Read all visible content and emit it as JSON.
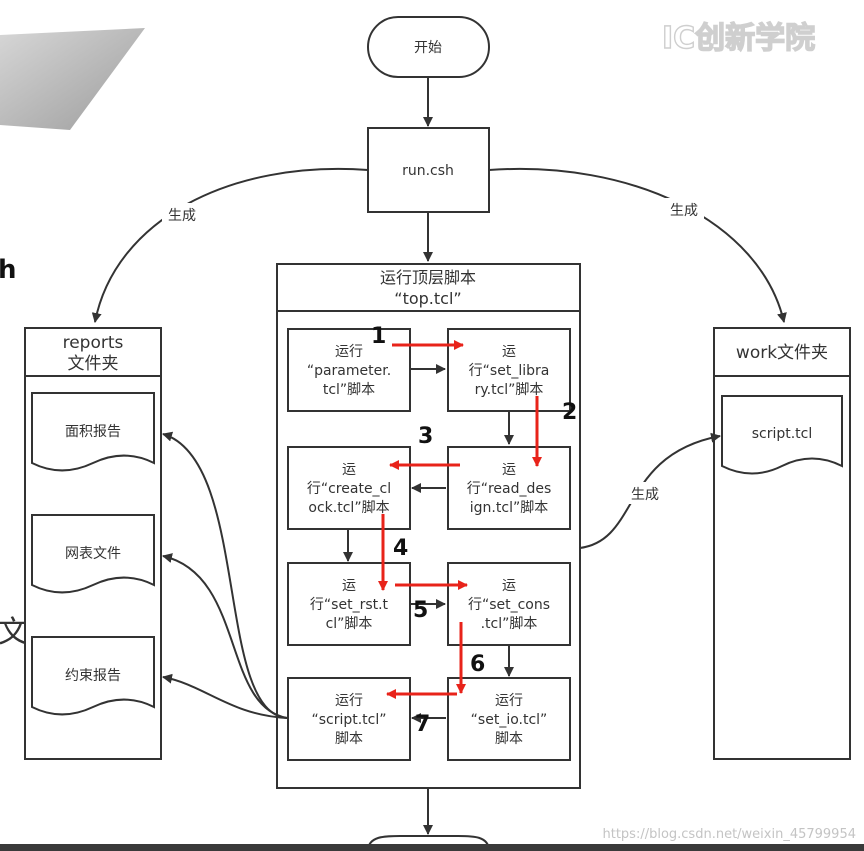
{
  "watermark_top": "IC创新学院",
  "watermark_bottom": "https://blog.csdn.net/weixin_45799954",
  "edge_text": {
    "left_h": "h",
    "left_wen": "文"
  },
  "start_node": "开始",
  "run_node": "run.csh",
  "gen_labels": {
    "left": "生成",
    "right": "生成",
    "work": "生成"
  },
  "top_container": {
    "title_1": "运行顶层脚本",
    "title_2": "“top.tcl”"
  },
  "reports": {
    "title_1": "reports",
    "title_2": "文件夹",
    "docs": [
      "面积报告",
      "网表文件",
      "约束报告"
    ]
  },
  "work": {
    "title": "work文件夹",
    "doc": "script.tcl"
  },
  "steps": [
    {
      "id": "parameter",
      "lines": [
        "运行",
        "“parameter.",
        "tcl”脚本"
      ]
    },
    {
      "id": "set-library",
      "lines": [
        "运",
        "行“set_libra",
        "ry.tcl”脚本"
      ]
    },
    {
      "id": "read-design",
      "lines": [
        "运",
        "行“read_des",
        "ign.tcl”脚本"
      ]
    },
    {
      "id": "create-clock",
      "lines": [
        "运",
        "行“create_cl",
        "ock.tcl”脚本"
      ]
    },
    {
      "id": "set-rst",
      "lines": [
        "运",
        "行“set_rst.t",
        "cl”脚本"
      ]
    },
    {
      "id": "set-cons",
      "lines": [
        "运",
        "行“set_cons",
        ".tcl”脚本"
      ]
    },
    {
      "id": "set-io",
      "lines": [
        "运行",
        "“set_io.tcl”",
        "脚本"
      ]
    },
    {
      "id": "script",
      "lines": [
        "运行",
        "“script.tcl”",
        "脚本"
      ]
    }
  ],
  "order_numbers": [
    "1",
    "2",
    "3",
    "4",
    "5",
    "6",
    "7"
  ],
  "colors": {
    "red_arrow": "#e8231a",
    "black_arrow": "#333333",
    "box_stroke": "#333333"
  }
}
